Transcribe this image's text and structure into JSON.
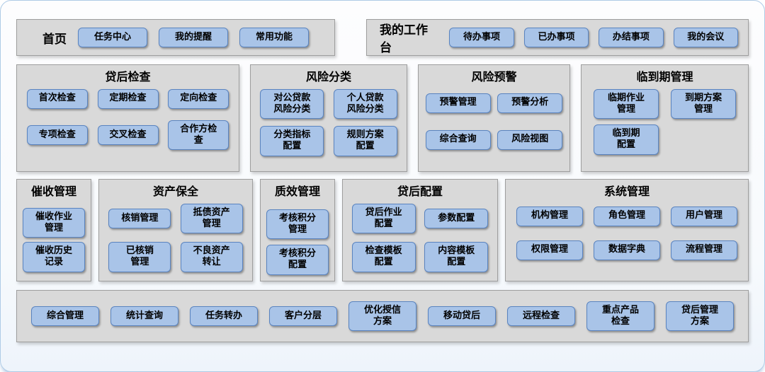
{
  "colors": {
    "panel_bg": "#d9d9d9",
    "button_bg": "#a9c4e8",
    "button_border": "#5a84c0",
    "frame_border": "#aecbe6",
    "text": "#000000"
  },
  "panels": {
    "home": {
      "title": "首页",
      "buttons": [
        "任务中心",
        "我的提醒",
        "常用功能"
      ]
    },
    "workbench": {
      "title": "我的工作台",
      "buttons": [
        "待办事项",
        "已办事项",
        "办结事项",
        "我的会议"
      ]
    },
    "loan_check": {
      "title": "贷后检查",
      "buttons": [
        "首次检查",
        "定期检查",
        "定向检查",
        "专项检查",
        "交叉检查",
        "合作方检\n查"
      ]
    },
    "risk_class": {
      "title": "风险分类",
      "buttons": [
        "对公贷款\n风险分类",
        "个人贷款\n风险分类",
        "分类指标\n配置",
        "规则方案\n配置"
      ]
    },
    "risk_warning": {
      "title": "风险预警",
      "buttons": [
        "预警管理",
        "预警分析",
        "综合查询",
        "风险视图"
      ]
    },
    "maturity": {
      "title": "临到期管理",
      "buttons": [
        "临期作业\n管理",
        "到期方案\n管理",
        "临到期\n配置"
      ]
    },
    "collection": {
      "title": "催收管理",
      "buttons": [
        "催收作业\n管理",
        "催收历史\n记录"
      ]
    },
    "asset": {
      "title": "资产保全",
      "buttons": [
        "核销管理",
        "抵债资产\n管理",
        "已核销\n管理",
        "不良资产\n转让"
      ]
    },
    "quality": {
      "title": "质效管理",
      "buttons": [
        "考核积分\n管理",
        "考核积分\n配置"
      ]
    },
    "loan_config": {
      "title": "贷后配置",
      "buttons": [
        "贷后作业\n配置",
        "参数配置",
        "检查模板\n配置",
        "内容模板\n配置"
      ]
    },
    "system": {
      "title": "系统管理",
      "buttons": [
        "机构管理",
        "角色管理",
        "用户管理",
        "权限管理",
        "数据字典",
        "流程管理"
      ]
    },
    "bottom": {
      "buttons": [
        "综合管理",
        "统计查询",
        "任务转办",
        "客户分层",
        "优化授信\n方案",
        "移动贷后",
        "远程检查",
        "重点产品\n检查",
        "贷后管理\n方案"
      ]
    }
  }
}
